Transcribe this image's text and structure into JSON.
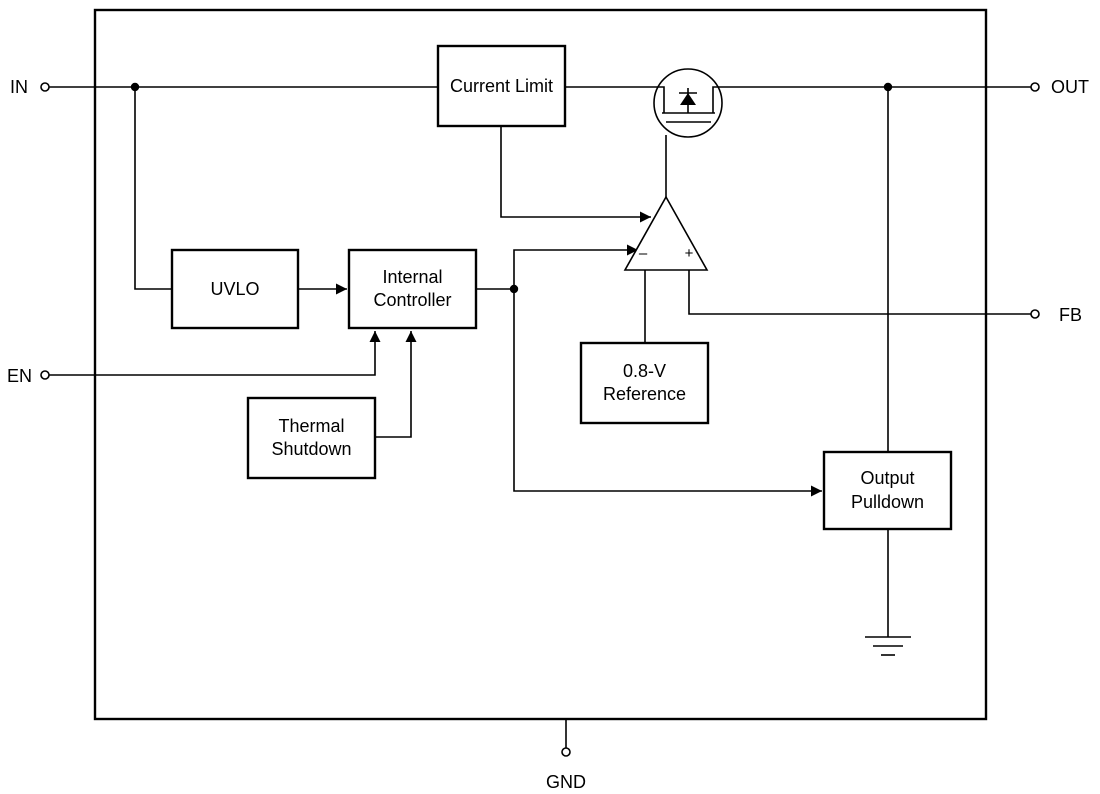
{
  "pins": {
    "in": "IN",
    "out": "OUT",
    "en": "EN",
    "fb": "FB",
    "gnd": "GND"
  },
  "blocks": {
    "current_limit": "Current Limit",
    "uvlo": "UVLO",
    "internal_controller": [
      "Internal",
      "Controller"
    ],
    "thermal_shutdown": [
      "Thermal",
      "Shutdown"
    ],
    "reference": [
      "0.8-V",
      "Reference"
    ],
    "output_pulldown": [
      "Output",
      "Pulldown"
    ]
  },
  "amplifier": {
    "inverting_symbol": "–",
    "noninverting_symbol": "+"
  },
  "icons": [
    "pmos-transistor-icon",
    "ground-icon",
    "amplifier-icon"
  ]
}
